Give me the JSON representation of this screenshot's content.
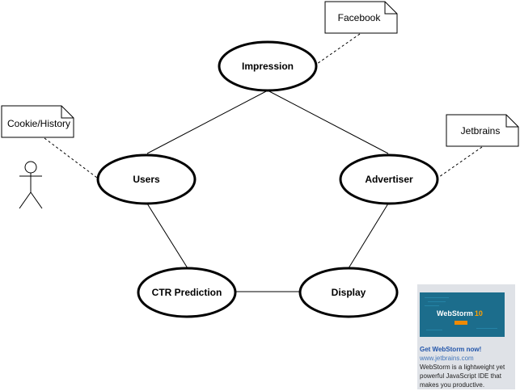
{
  "nodes": {
    "impression": "Impression",
    "users": "Users",
    "advertiser": "Advertiser",
    "ctr_prediction": "CTR Prediction",
    "display": "Display"
  },
  "notes": {
    "facebook": "Facebook",
    "cookie_history": "Cookie/History",
    "jetbrains": "Jetbrains"
  },
  "ad": {
    "logo_name": "WebStorm",
    "logo_version": "10",
    "headline": "Get WebStorm now!",
    "url": "www.jetbrains.com",
    "body": "WebStorm is a lightweight yet powerful JavaScript IDE that makes you productive."
  },
  "colors": {
    "line": "#000000",
    "ad_background": "#dfe2e7",
    "ad_banner": "#1c6d8c",
    "ad_headline": "#2255aa",
    "ad_url": "#4477bb",
    "ad_accent": "#f08a00"
  }
}
